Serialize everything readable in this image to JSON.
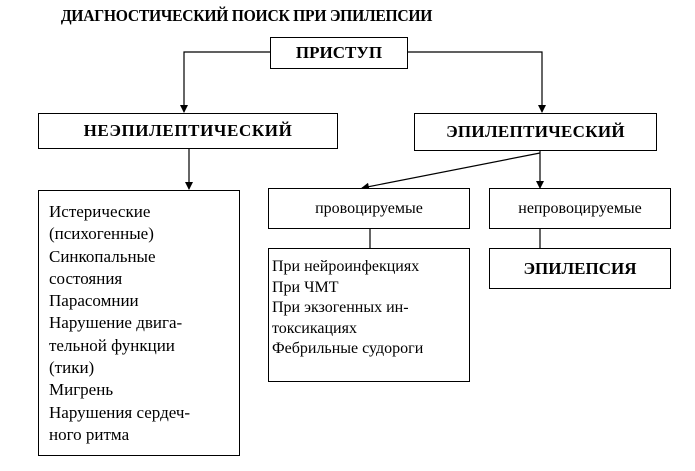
{
  "title": "ДИАГНОСТИЧЕСКИЙ ПОИСК ПРИ ЭПИЛЕПСИИ",
  "nodes": {
    "attack": "ПРИСТУП",
    "non_epileptic": "НЕЭПИЛЕПТИЧЕСКИЙ",
    "epileptic": "ЭПИЛЕПТИЧЕСКИЙ",
    "provoked": "провоцируемые",
    "unprovoked": "непровоцируемые",
    "epilepsy": "ЭПИЛЕПСИЯ"
  },
  "non_epileptic_list": [
    "Истерические",
    "(психогенные)",
    "Синкопальные",
    "состояния",
    "Парасомнии",
    "Нарушение двига-",
    "тельной функции",
    "(тики)",
    "Мигрень",
    "Нарушения сердеч-",
    "ного ритма"
  ],
  "provoked_list": [
    "При нейроинфекциях",
    "При ЧМТ",
    "При экзогенных ин-",
    "токсикациях",
    "Фебрильные судороги"
  ]
}
